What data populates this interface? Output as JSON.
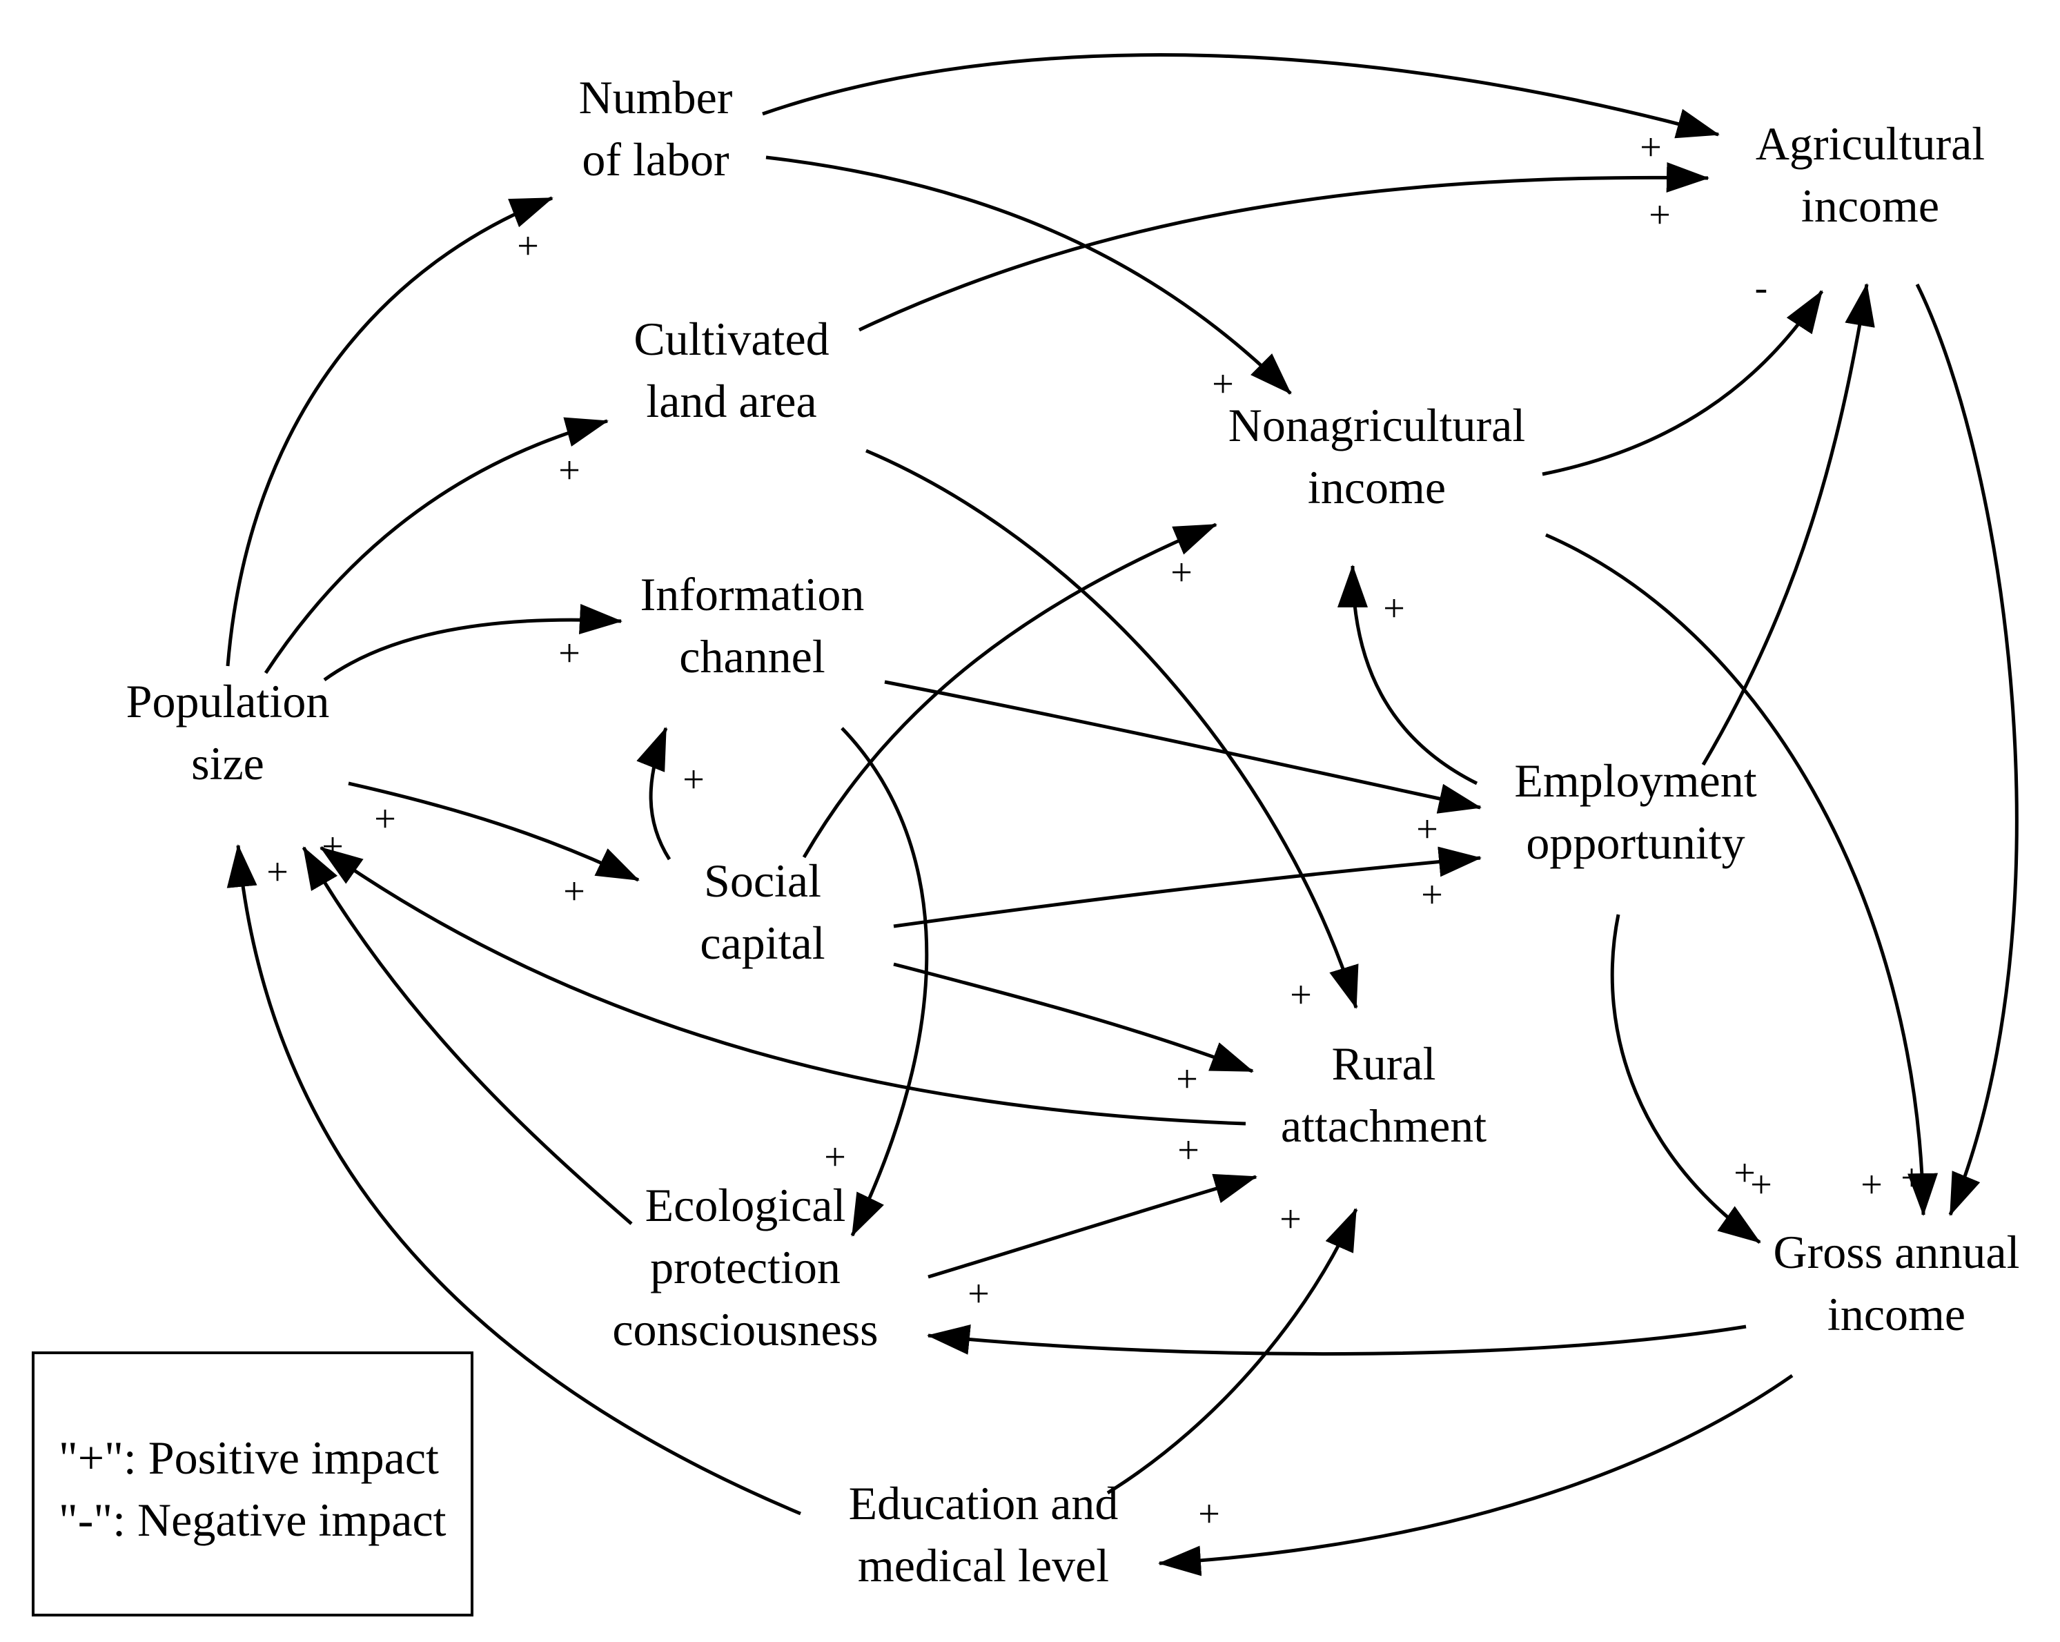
{
  "nodes": {
    "number_of_labor": [
      "Number",
      "of labor"
    ],
    "agricultural_income": [
      "Agricultural",
      "income"
    ],
    "cultivated_land_area": [
      "Cultivated",
      "land area"
    ],
    "nonagricultural_income": [
      "Nonagricultural",
      "income"
    ],
    "information_channel": [
      "Information",
      "channel"
    ],
    "population_size": [
      "Population",
      "size"
    ],
    "employment_opportunity": [
      "Employment",
      "opportunity"
    ],
    "social_capital": [
      "Social",
      "capital"
    ],
    "rural_attachment": [
      "Rural",
      "attachment"
    ],
    "gross_annual_income": [
      "Gross annual",
      "income"
    ],
    "ecological_protection_consciousness": [
      "Ecological",
      "protection",
      "consciousness"
    ],
    "education_and_medical_level": [
      "Education and",
      "medical level"
    ]
  },
  "links": [
    {
      "from": "population_size",
      "to": "number_of_labor",
      "sign": "+"
    },
    {
      "from": "population_size",
      "to": "cultivated_land_area",
      "sign": "+"
    },
    {
      "from": "population_size",
      "to": "information_channel",
      "sign": "+"
    },
    {
      "from": "population_size",
      "to": "social_capital",
      "sign": "+"
    },
    {
      "from": "number_of_labor",
      "to": "agricultural_income",
      "sign": "+"
    },
    {
      "from": "number_of_labor",
      "to": "nonagricultural_income",
      "sign": "+"
    },
    {
      "from": "cultivated_land_area",
      "to": "agricultural_income",
      "sign": "+"
    },
    {
      "from": "cultivated_land_area",
      "to": "rural_attachment",
      "sign": "+"
    },
    {
      "from": "nonagricultural_income",
      "to": "agricultural_income",
      "sign": "-"
    },
    {
      "from": "nonagricultural_income",
      "to": "gross_annual_income",
      "sign": "+"
    },
    {
      "from": "agricultural_income",
      "to": "gross_annual_income",
      "sign": "+"
    },
    {
      "from": "employment_opportunity",
      "to": "agricultural_income",
      "sign": "+"
    },
    {
      "from": "employment_opportunity",
      "to": "nonagricultural_income",
      "sign": "+"
    },
    {
      "from": "employment_opportunity",
      "to": "gross_annual_income",
      "sign": "+"
    },
    {
      "from": "information_channel",
      "to": "employment_opportunity",
      "sign": "+"
    },
    {
      "from": "information_channel",
      "to": "ecological_protection_consciousness",
      "sign": "+"
    },
    {
      "from": "social_capital",
      "to": "information_channel",
      "sign": "+"
    },
    {
      "from": "social_capital",
      "to": "nonagricultural_income",
      "sign": "+"
    },
    {
      "from": "social_capital",
      "to": "employment_opportunity",
      "sign": "+"
    },
    {
      "from": "social_capital",
      "to": "rural_attachment",
      "sign": "+"
    },
    {
      "from": "rural_attachment",
      "to": "population_size",
      "sign": "+"
    },
    {
      "from": "ecological_protection_consciousness",
      "to": "population_size",
      "sign": "+"
    },
    {
      "from": "ecological_protection_consciousness",
      "to": "rural_attachment",
      "sign": "+"
    },
    {
      "from": "education_and_medical_level",
      "to": "population_size",
      "sign": "+"
    },
    {
      "from": "education_and_medical_level",
      "to": "rural_attachment",
      "sign": "+"
    },
    {
      "from": "gross_annual_income",
      "to": "ecological_protection_consciousness",
      "sign": "+"
    },
    {
      "from": "gross_annual_income",
      "to": "education_and_medical_level",
      "sign": "+"
    }
  ],
  "legend": {
    "positive": "\"+\": Positive impact",
    "negative": "\"-\": Negative impact"
  }
}
